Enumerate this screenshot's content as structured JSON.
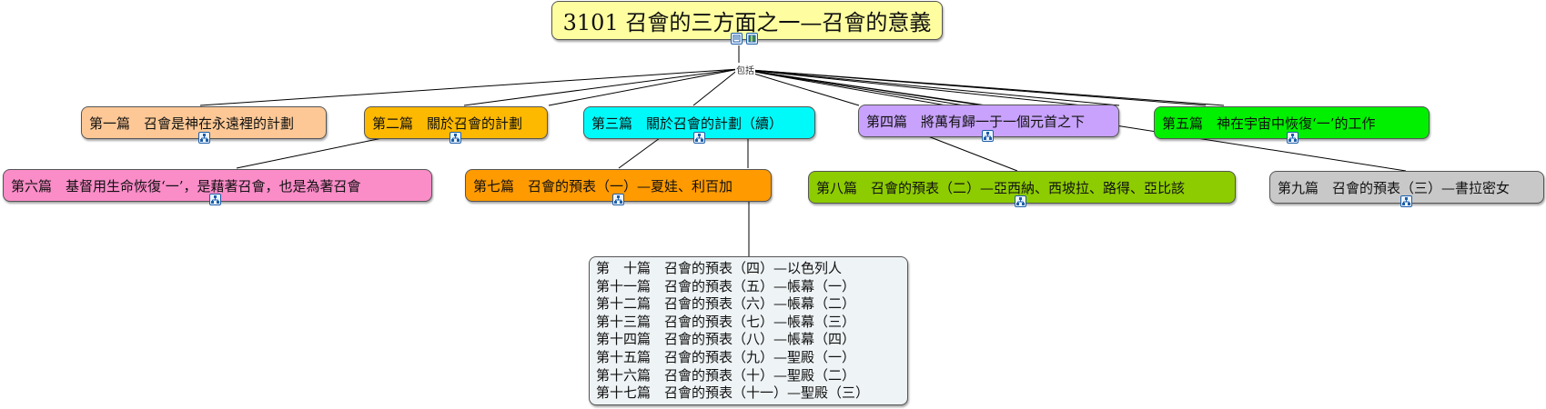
{
  "root": {
    "title": "3101 召會的三方面之一—召會的意義"
  },
  "connector_label": "包括",
  "nodes": [
    {
      "label": "第一篇　召會是神在永遠裡的計劃",
      "color": "#fdc896"
    },
    {
      "label": "第二篇　關於召會的計劃",
      "color": "#fdb800"
    },
    {
      "label": "第三篇　關於召會的計劃（續）",
      "color": "#00fafa"
    },
    {
      "label": "第四篇　將萬有歸一于一個元首之下",
      "color": "#c8a2fc"
    },
    {
      "label": "第五篇　神在宇宙中恢復‘一’的工作",
      "color": "#00f000"
    },
    {
      "label": "第六篇　基督用生命恢復‘一’，是藉著召會，也是為著召會",
      "color": "#fa8cc8"
    },
    {
      "label": "第七篇　召會的預表（一）—夏娃、利百加",
      "color": "#ff9a00"
    },
    {
      "label": "第八篇　召會的預表（二）—亞西納、西坡拉、路得、亞比該",
      "color": "#8dcc00"
    },
    {
      "label": "第九篇　召會的預表（三）—書拉密女",
      "color": "#c8c8c8"
    }
  ],
  "list": [
    "第　十篇　召會的預表（四）—以色列人",
    "第十一篇　召會的預表（五）—帳幕（一）",
    "第十二篇　召會的預表（六）—帳幕（二）",
    "第十三篇　召會的預表（七）—帳幕（三）",
    "第十四篇　召會的預表（八）—帳幕（四）",
    "第十五篇　召會的預表（九）—聖殿（一）",
    "第十六篇　召會的預表（十）—聖殿（二）",
    "第十七篇　召會的預表（十一）—聖殿（三）"
  ],
  "icons": {
    "root": [
      "notes-icon",
      "attachment-icon"
    ],
    "node": "subtopic-map-icon"
  }
}
